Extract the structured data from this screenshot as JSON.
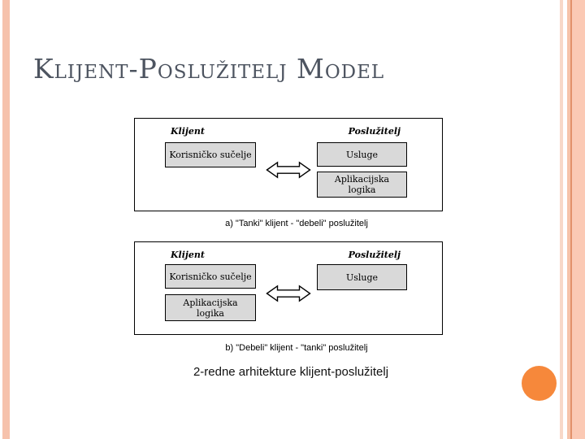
{
  "slide": {
    "title": "Klijent-Poslužitelj Model",
    "footer_text": "2-redne arhitekture klijent-poslužitelj"
  },
  "diagram_a": {
    "client_label": "Klijent",
    "server_label": "Poslužitelj",
    "ui_box": "Korisničko sučelje",
    "services_box": "Usluge",
    "logic_line1": "Aplikacijska",
    "logic_line2": "logika",
    "caption": "a) \"Tanki\" klijent - \"debeli\" poslužitelj"
  },
  "diagram_b": {
    "client_label": "Klijent",
    "server_label": "Poslužitelj",
    "ui_box": "Korisničko sučelje",
    "services_box": "Usluge",
    "logic_line1": "Aplikacijska",
    "logic_line2": "logika",
    "caption": "b) \"Debeli\" klijent - \"tanki\" poslužitelj"
  },
  "icons": {
    "double_arrow": "left-right-arrow"
  },
  "colors": {
    "accent_bar": "#f6c2ac",
    "stripe_light": "#f8d8c8",
    "stripe_mid": "#f6c3a9",
    "stripe_dark_line": "#e2916b",
    "stripe_band": "#fbc9b4",
    "orange_dot": "#f6883b",
    "title_text": "#4d5460",
    "box_fill": "#d9d9d9",
    "box_border": "#000000"
  }
}
